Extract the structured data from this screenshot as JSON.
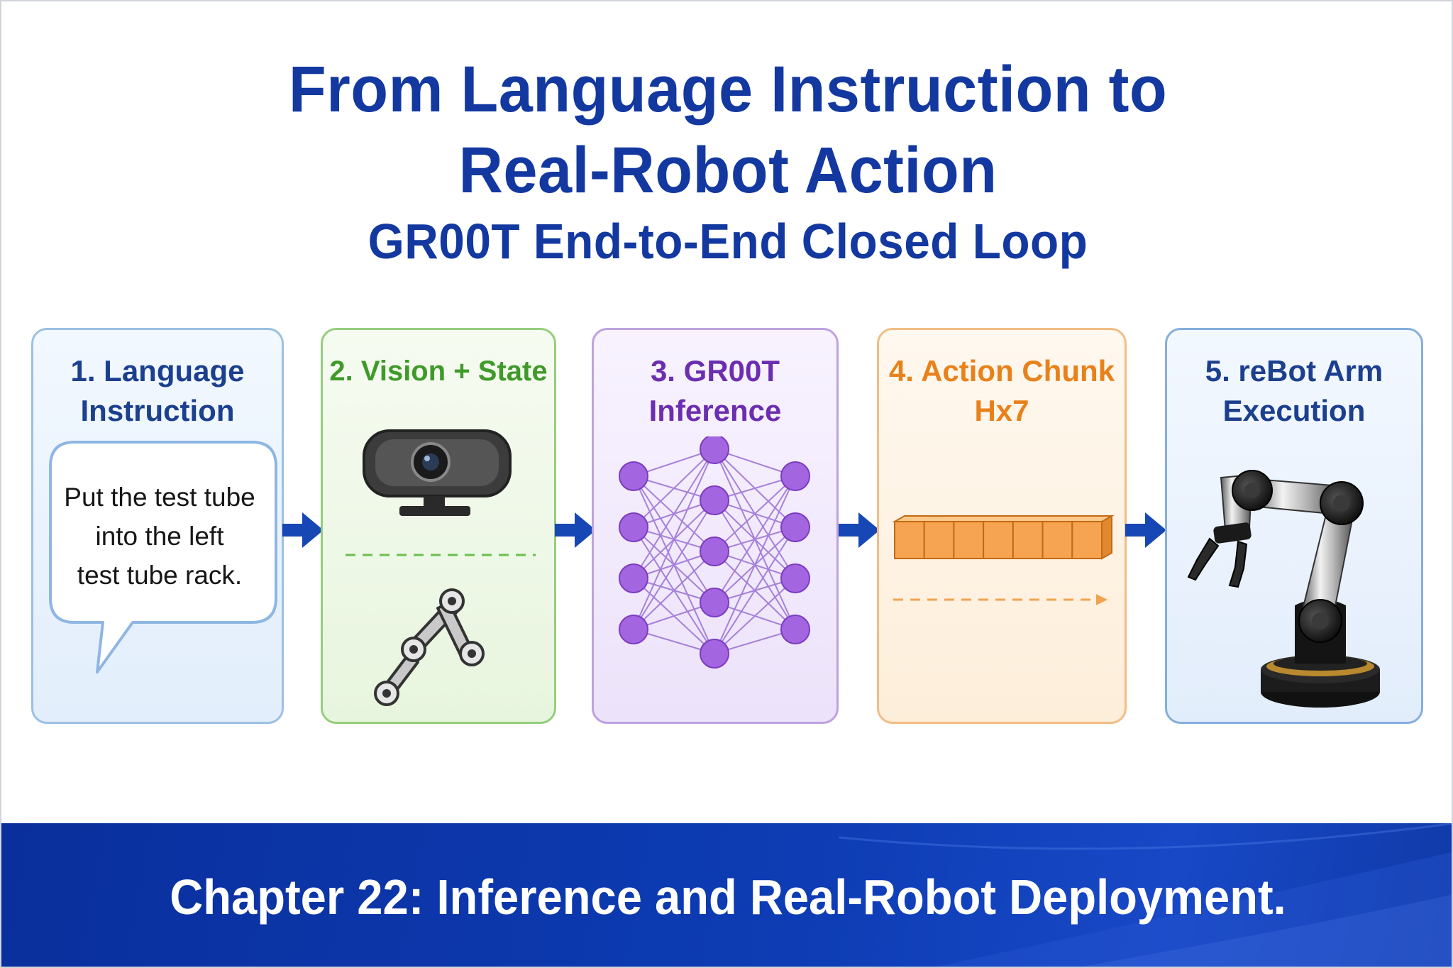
{
  "title": {
    "line1": "From Language Instruction to",
    "line2": "Real-Robot Action",
    "subtitle": "GR00T End-to-End Closed Loop"
  },
  "steps": [
    {
      "title_line1": "1. Language",
      "title_line2": "Instruction",
      "icon": "speech-bubble-icon",
      "instruction": [
        "Put the test tube",
        "into the left",
        "test tube rack."
      ]
    },
    {
      "title_line1": "2. Vision + State",
      "title_line2": "",
      "icons": [
        "webcam-icon",
        "robot-arm-joints-icon"
      ]
    },
    {
      "title_line1": "3. GR00T",
      "title_line2": "Inference",
      "icon": "neural-network-icon"
    },
    {
      "title_line1": "4. Action Chunk",
      "title_line2": "Hx7",
      "icon": "action-chunk-blocks-icon"
    },
    {
      "title_line1": "5. reBot Arm",
      "title_line2": "Execution",
      "icon": "robot-arm-icon"
    }
  ],
  "colors": {
    "title": "#1338a0",
    "arrow": "#1747b5",
    "step1": "#9cc0e4",
    "step2": "#95cd7d",
    "step3": "#bea2e0",
    "step4": "#f2bd84",
    "step5": "#85aede",
    "footer": "#0d3cb4"
  },
  "footer": {
    "text": "Chapter 22: Inference and Real-Robot Deployment."
  }
}
